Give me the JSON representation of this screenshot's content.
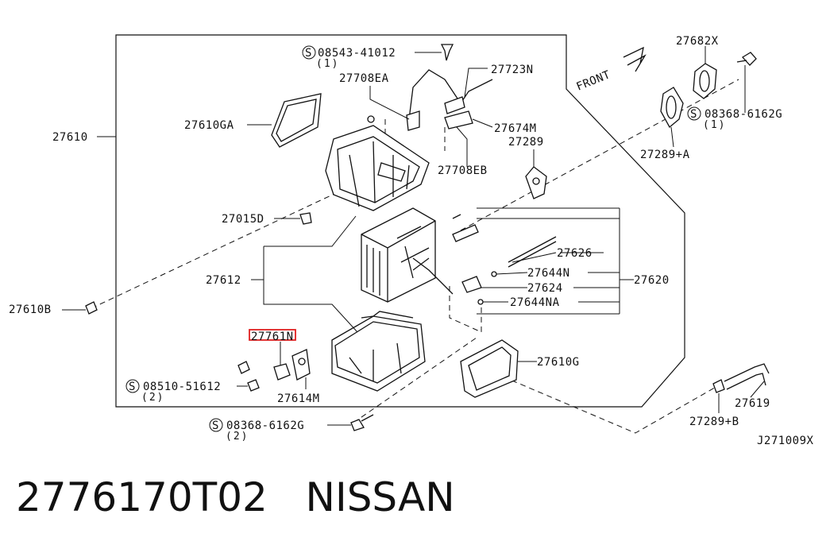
{
  "diagram": {
    "labels": {
      "p27610": "27610",
      "p27610GA": "27610GA",
      "p08543": "08543-41012",
      "p08543_qty": "(1)",
      "p27708EA": "27708EA",
      "p27723N": "27723N",
      "p27674M": "27674M",
      "p27289": "27289",
      "p27708EB": "27708EB",
      "p27015D": "27015D",
      "p27612": "27612",
      "p27610B": "27610B",
      "p27626": "27626",
      "p27644N": "27644N",
      "p27624": "27624",
      "p27644NA": "27644NA",
      "p27620": "27620",
      "p27761N": "27761N",
      "p08510": "08510-51612",
      "p08510_qty": "(2)",
      "p27614M": "27614M",
      "p08368b": "08368-6162G",
      "p08368b_qty": "(2)",
      "p27610G": "27610G",
      "p27682X": "27682X",
      "p08368a": "08368-6162G",
      "p08368a_qty": "(1)",
      "p27289A": "27289+A",
      "p27289B": "27289+B",
      "p27619": "27619",
      "front": "FRONT",
      "drawing_code": "J271009X",
      "screw_symbol": "S"
    },
    "highlight_color": "#e02020"
  },
  "footer": {
    "part_number": "2776170T02",
    "brand": "NISSAN"
  }
}
